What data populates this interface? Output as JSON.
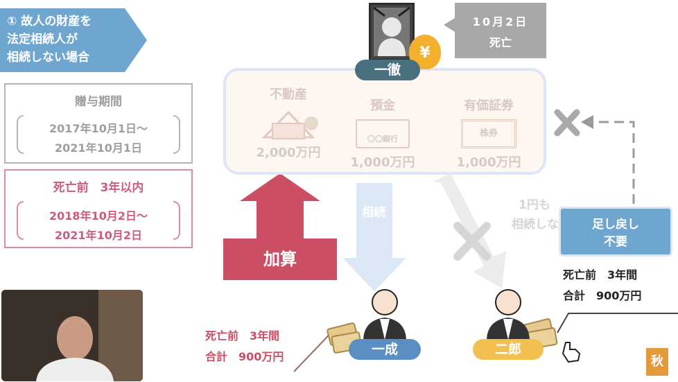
{
  "title": {
    "lines": [
      "① 故人の財産を",
      "法定相続人が",
      "相続しない場合"
    ]
  },
  "gift_period": {
    "heading": "贈与期間",
    "from": "2017年10月1日〜",
    "to": "2021年10月1日"
  },
  "death_period": {
    "heading": "死亡前　3年以内",
    "from": "2018年10月2日〜",
    "to": "2021年10月2日"
  },
  "deceased": {
    "name": "一徹",
    "death_date_line1": "10月2日",
    "death_date_line2": "死亡",
    "bag_symbol": "¥"
  },
  "assets": [
    {
      "label": "不動産",
      "value": "2,000万円",
      "icon": "house-icon"
    },
    {
      "label": "預金",
      "value": "1,000万円",
      "icon": "bankbook-icon",
      "icon_text": "〇〇銀行"
    },
    {
      "label": "有価証券",
      "value": "1,000万円",
      "icon": "stock-certificate-icon",
      "icon_text": "株券"
    }
  ],
  "arrows": {
    "add_label": "加算",
    "inherit_label": "相続"
  },
  "heirs": [
    {
      "name": "一成"
    },
    {
      "name": "二郎"
    }
  ],
  "faded_note": {
    "line1": "1円も",
    "line2": "相続しな"
  },
  "no_add_back": {
    "line1": "足し戻し",
    "line2": "不要"
  },
  "sum_left": {
    "line1": "死亡前　3年間",
    "line2": "合計　900万円"
  },
  "sum_right": {
    "line1": "死亡前　3年間",
    "line2": "合計　900万円"
  },
  "stamp": {
    "text": "秋"
  },
  "colors": {
    "blue": "#6fa6cf",
    "red": "#cc4e65",
    "gray": "#a8a8a8",
    "yellow": "#f1c050",
    "dark_teal": "#48707e"
  }
}
